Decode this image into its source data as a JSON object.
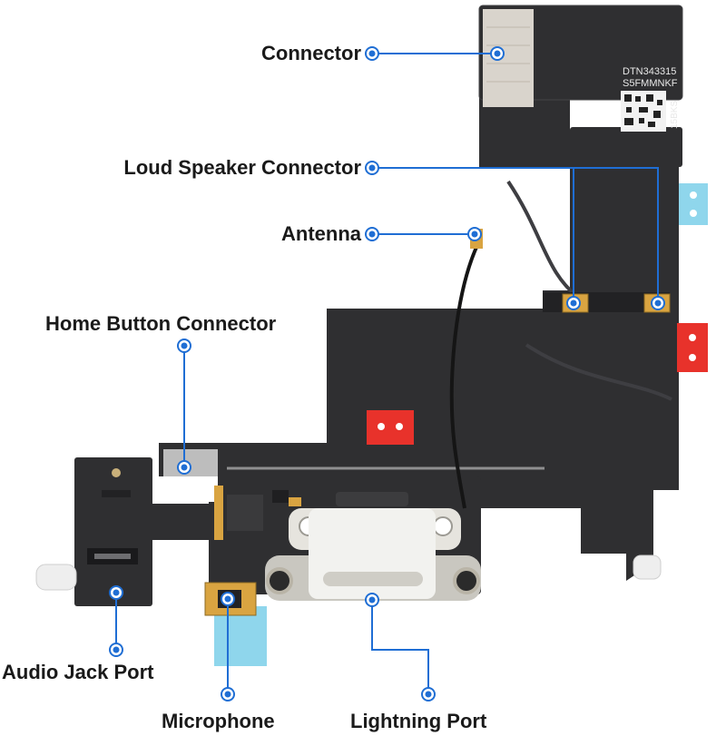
{
  "diagram": {
    "labels": {
      "connector": "Connector",
      "loud_speaker_connector": "Loud Speaker Connector",
      "antenna": "Antenna",
      "home_button_connector": "Home Button Connector",
      "audio_jack_port": "Audio Jack Port",
      "microphone": "Microphone",
      "lightning_port": "Lightning Port"
    },
    "board_markings": {
      "line1": "DTN343315",
      "line2": "S5FMMNKF",
      "line3": "15BKS"
    },
    "colors": {
      "leader": "#1f6ed4",
      "flex_cable": "#2f2f31",
      "red_tab": "#e8322b",
      "blue_tab": "#8fd6ec",
      "gold_pad": "#d9a441"
    }
  }
}
